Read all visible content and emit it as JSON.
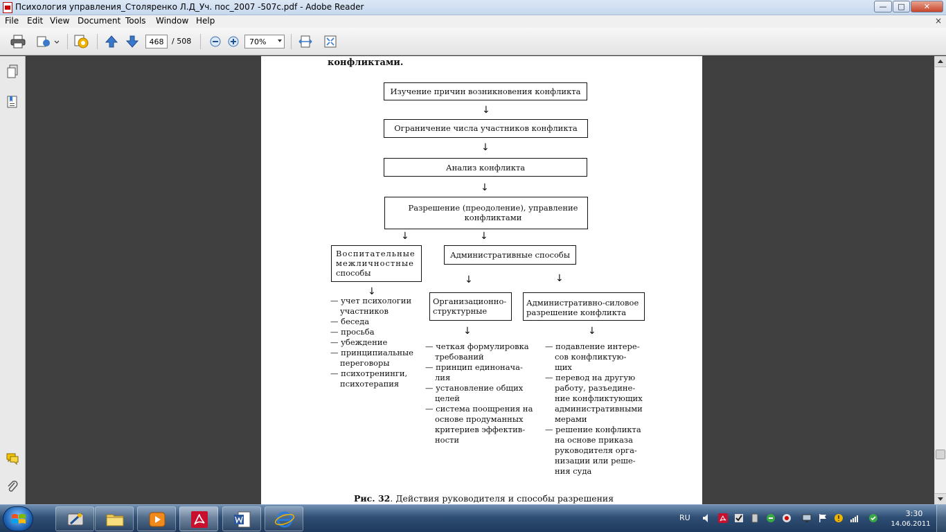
{
  "window": {
    "title": "Психология управления_Столяренко Л.Д_Уч. пос_2007 -507с.pdf - Adobe Reader",
    "minimize": "—",
    "maximize": "□",
    "close": "✕"
  },
  "menu": {
    "items": [
      "File",
      "Edit",
      "View",
      "Document",
      "Tools",
      "Window",
      "Help"
    ],
    "close_doc": "×"
  },
  "toolbar": {
    "page_current": "468",
    "page_total": "/ 508",
    "zoom": "70%"
  },
  "document": {
    "top_text": "конфликтами.",
    "flow": {
      "step1": "Изучение причин возникновения конфликта",
      "step2": "Ограничение числа участников конфликта",
      "step3": "Анализ конфликта",
      "step4_line1": "Разрешение (преодоление), управление",
      "step4_line2": "конфликтами",
      "educ_line1": "Воспитательные",
      "educ_line2": "межличностные",
      "educ_line3": "способы",
      "admin": "Административные способы",
      "org_line1": "Организационно-",
      "org_line2": "структурные",
      "force_line1": "Административно-силовое",
      "force_line2": "разрешение конфликта"
    },
    "list_educ": [
      "— учет психологии",
      "участников",
      "— беседа",
      "— просьба",
      "— убеждение",
      "— принципиальные",
      "переговоры",
      "— психотренинги,",
      "психотерапия"
    ],
    "list_org": [
      "— четкая формулировка",
      "требований",
      "— принцип единонача-",
      "лия",
      "— установление общих",
      "целей",
      "— система поощрения на",
      "основе продуманных",
      "критериев эффектив-",
      "ности"
    ],
    "list_force": [
      "— подавление интере-",
      "сов конфликтую-",
      "щих",
      "— перевод на другую",
      "работу, разъедине-",
      "ние конфликтующих",
      "административными",
      "мерами",
      "— решение конфликта",
      "на основе приказа",
      "руководителя орга-",
      "низации или реше-",
      "ния суда"
    ],
    "caption_bold": "Рис. 32",
    "caption_rest": ". Действия руководителя и способы разрешения"
  },
  "taskbar": {
    "language": "RU",
    "time": "3:30",
    "date": "14.06.2011"
  },
  "colors": {
    "pdf_red": "#c8102e",
    "taskbar_blue": "#2f4e74",
    "doc_background": "#404040"
  }
}
